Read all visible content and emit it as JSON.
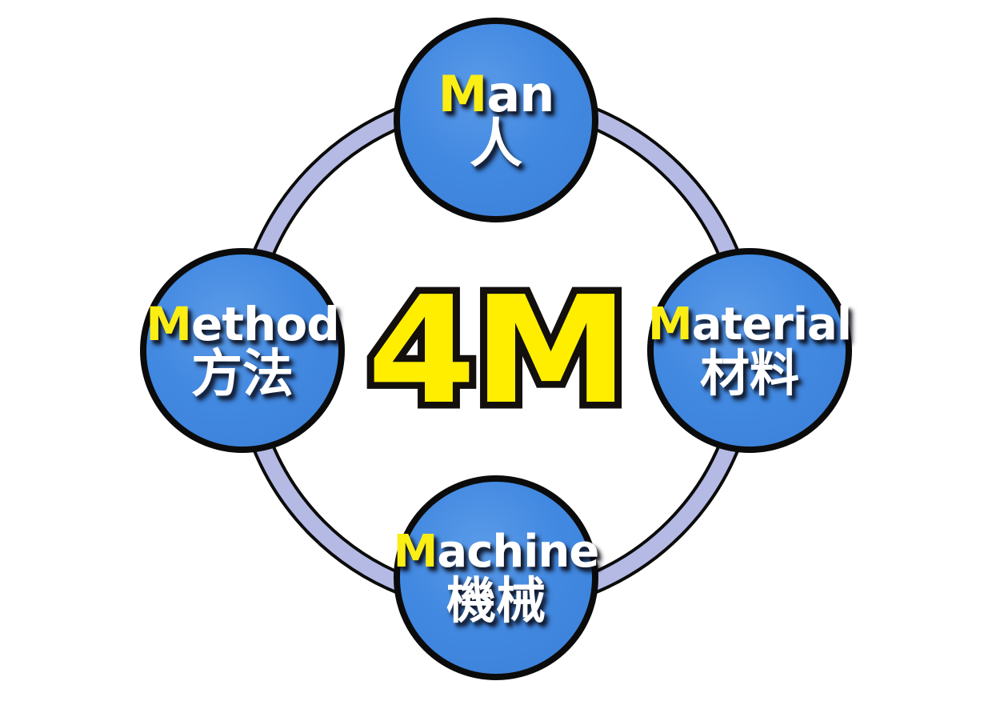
{
  "diagram": {
    "title": "4M",
    "center_label": "4M",
    "center_color": "#ffee00",
    "center_outline_color": "#120f0c",
    "ring_color": "#b4bae4",
    "ring_outline_color": "#0b0b0b",
    "node_fill_color": "#4289e1",
    "node_outline_color": "#0b0b0b",
    "cap_color": "#fbee15",
    "text_color": "#ffffff",
    "background_color": "#ffffff",
    "nodes": [
      {
        "id": "man",
        "position": "top",
        "label_en": "Man",
        "cap": "M",
        "rest": "an",
        "label_jp": "人"
      },
      {
        "id": "material",
        "position": "right",
        "label_en": "Material",
        "cap": "M",
        "rest": "aterial",
        "label_jp": "材料"
      },
      {
        "id": "machine",
        "position": "bottom",
        "label_en": "Machine",
        "cap": "M",
        "rest": "achine",
        "label_jp": "機械"
      },
      {
        "id": "method",
        "position": "left",
        "label_en": "Method",
        "cap": "M",
        "rest": "ethod",
        "label_jp": "方法"
      }
    ]
  }
}
